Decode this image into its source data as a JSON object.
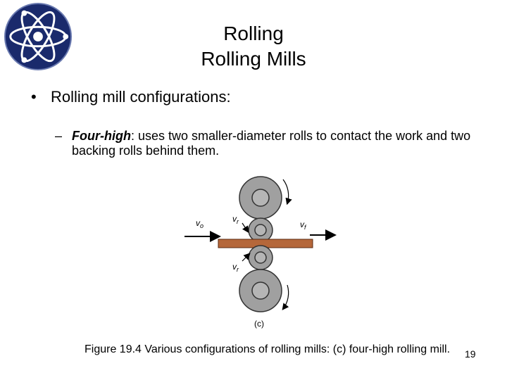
{
  "slide": {
    "title_line1": "Rolling",
    "title_line2": "Rolling Mills",
    "bullet_marker": "•",
    "bullet_text": "Rolling mill configurations:",
    "sub_dash": "–",
    "sub_term": "Four-high",
    "sub_text": ": uses two smaller-diameter rolls to contact the work and two backing rolls behind them.",
    "caption": "Figure 19.4 Various configurations of rolling mills: (c) four-high rolling mill.",
    "page_number": "19"
  },
  "figure": {
    "label_vo": "v",
    "label_vo_sub": "o",
    "label_vr_top": "v",
    "label_vr_top_sub": "r",
    "label_vf": "v",
    "label_vf_sub": "f",
    "label_vr_bottom": "v",
    "label_vr_bottom_sub": "r",
    "panel_label": "(c)"
  },
  "colors": {
    "logo_background": "#1a2a6c",
    "roll_outer": "#a0a0a0",
    "roll_inner": "#b5b5b5",
    "workpiece": "#b5673a"
  },
  "icons": {
    "logo": "atom-icon"
  }
}
